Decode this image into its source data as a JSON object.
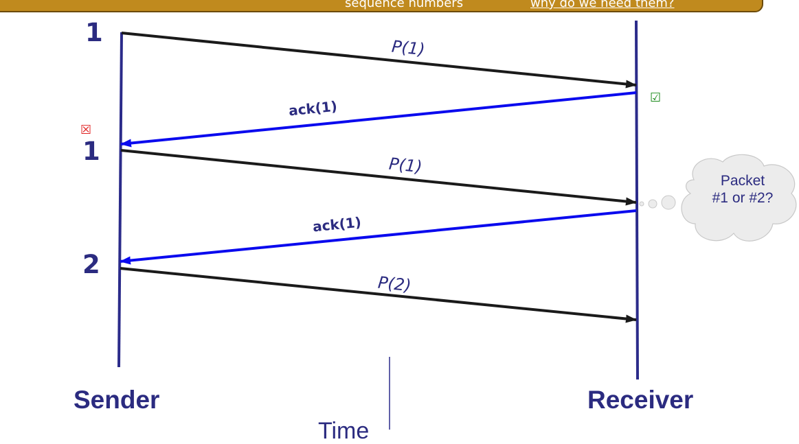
{
  "header": {
    "fragment_left": "sequence numbers",
    "fragment_right": "why do we need them?"
  },
  "sender": {
    "label": "Sender"
  },
  "receiver": {
    "label": "Receiver"
  },
  "time_label": "Time",
  "sequence_numbers": [
    "1",
    "1",
    "2"
  ],
  "messages": [
    {
      "label": "P(1)",
      "kind": "packet",
      "direction": "sender-to-receiver",
      "color": "#1a1a1a"
    },
    {
      "label": "ack(1)",
      "kind": "ack",
      "direction": "receiver-to-sender",
      "color": "#0a0aee"
    },
    {
      "label": "P(1)",
      "kind": "packet",
      "direction": "sender-to-receiver",
      "color": "#1a1a1a"
    },
    {
      "label": "ack(1)",
      "kind": "ack",
      "direction": "receiver-to-sender",
      "color": "#0a0aee"
    },
    {
      "label": "P(2)",
      "kind": "packet",
      "direction": "sender-to-receiver",
      "color": "#1a1a1a"
    }
  ],
  "receiver_check": {
    "icon": "checked-box-icon",
    "color": "#1a8a1a"
  },
  "sender_timeout": {
    "icon": "x-box-icon",
    "color": "#e02020"
  },
  "thought_bubble": {
    "line1": "Packet",
    "line2": "#1 or #2?"
  },
  "colors": {
    "timeline": "#2b2b8a",
    "text": "#2b2b80",
    "header_bg": "#c08a1e"
  }
}
